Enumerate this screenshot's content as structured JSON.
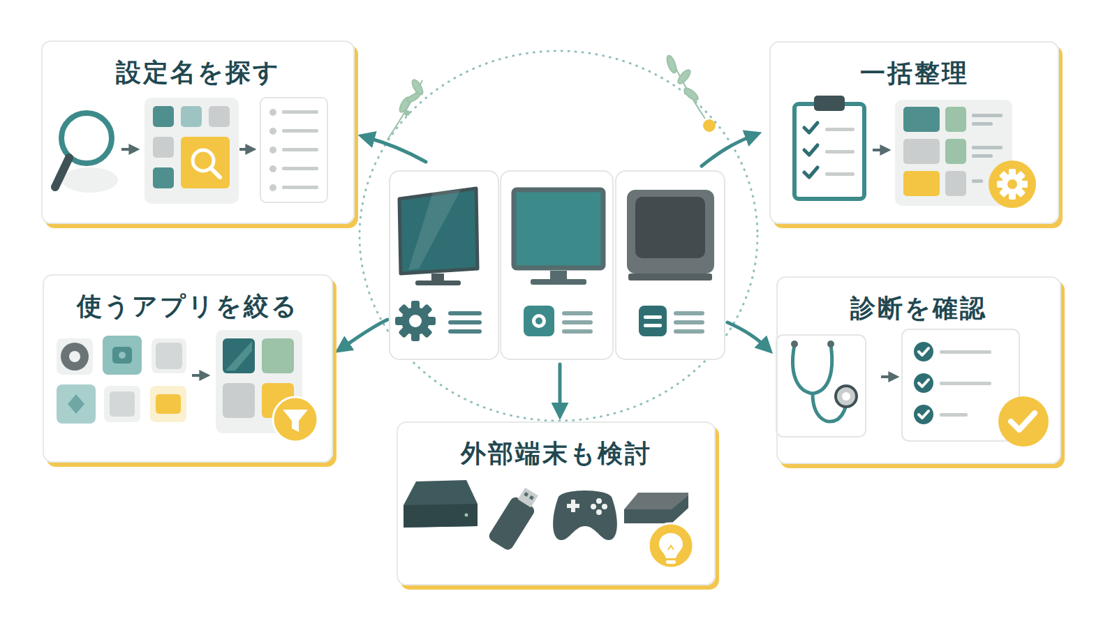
{
  "diagram": {
    "nodes": [
      {
        "text": [
          "設定名を探す"
        ]
      },
      {
        "text": [
          "一括整理"
        ]
      },
      {
        "text": [
          "使うアプリを絞る"
        ]
      },
      {
        "text": [
          "診断を確認"
        ]
      },
      {
        "text": [
          "外部端末も検討"
        ]
      }
    ]
  }
}
